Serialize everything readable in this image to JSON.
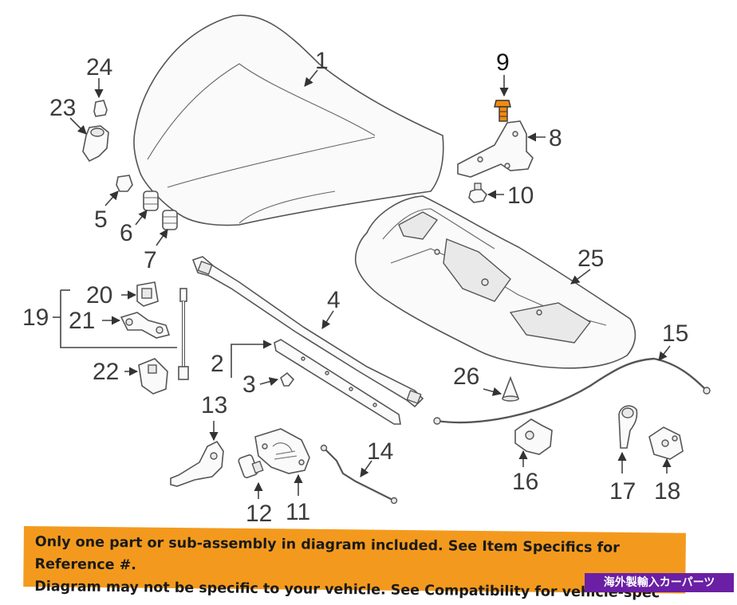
{
  "callouts": {
    "c1": "1",
    "c2": "2",
    "c3": "3",
    "c4": "4",
    "c5": "5",
    "c6": "6",
    "c7": "7",
    "c8": "8",
    "c9": "9",
    "c10": "10",
    "c11": "11",
    "c12": "12",
    "c13": "13",
    "c14": "14",
    "c15": "15",
    "c16": "16",
    "c17": "17",
    "c18": "18",
    "c19": "19",
    "c20": "20",
    "c21": "21",
    "c22": "22",
    "c23": "23",
    "c24": "24",
    "c25": "25",
    "c26": "26"
  },
  "notice": {
    "line1": "Only one part or sub-assembly in diagram included. See Item Specifics for Reference #.",
    "line2": "Diagram may not be specific to your vehicle. See Compatibility for vehicle-spec"
  },
  "badge": "海外製輸入カーパーツ",
  "colors": {
    "banner": "#f39a1e",
    "highlight_part": "#f08a12",
    "badge_bg": "#6a1fa5"
  }
}
